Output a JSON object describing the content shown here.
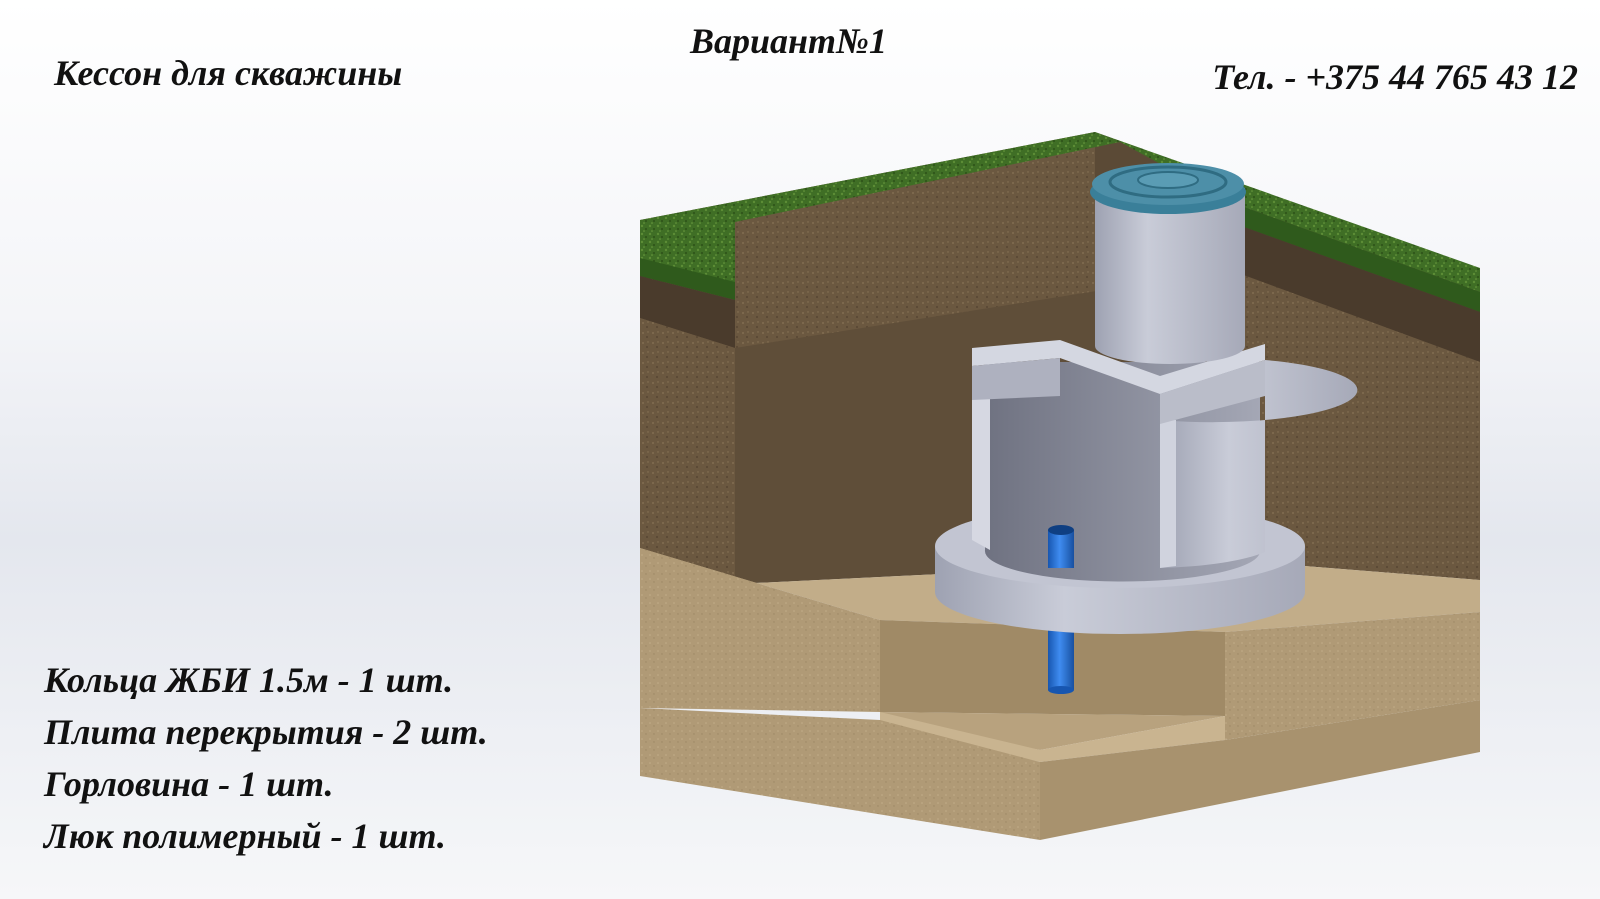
{
  "title": "Кессон для скважины",
  "variant": "Вариант№1",
  "phone": "Тел. - +375 44 765 43 12",
  "items": [
    "Кольца ЖБИ 1.5м - 1 шт.",
    "Плита перекрытия - 2 шт.",
    "Горловина - 1 шт.",
    "Люк полимерный - 1 шт."
  ],
  "colors": {
    "grass": "#3f6e25",
    "topsoil": "#4a3b2c",
    "soil": "#6b5840",
    "sand": "#b09a76",
    "concrete": "#b8bccb",
    "hatch": "#4d8fa8",
    "pipe": "#1f6ed4"
  }
}
